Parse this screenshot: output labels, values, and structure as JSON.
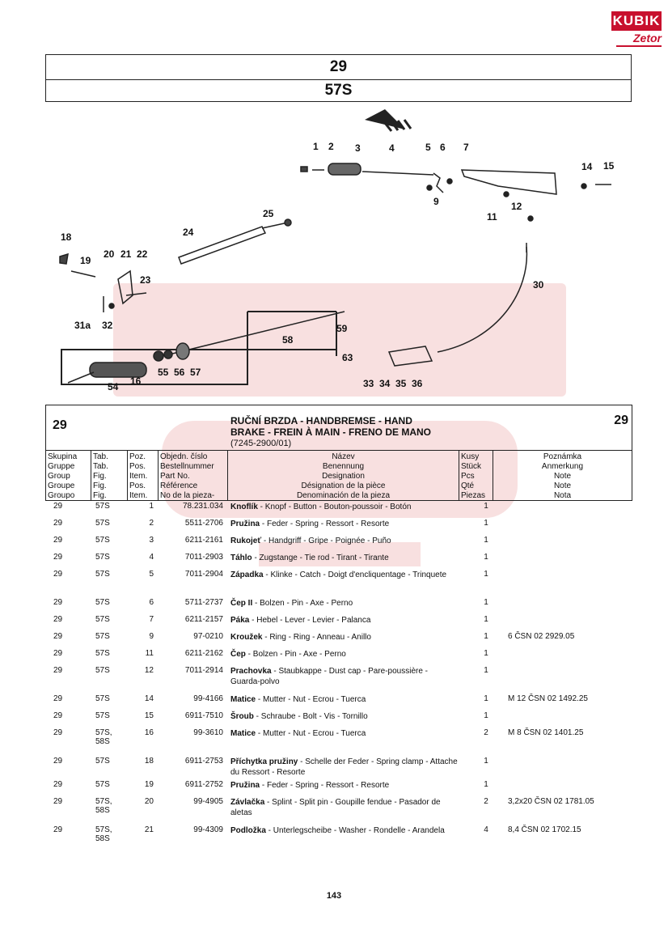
{
  "logo": {
    "brand": "KUBIK",
    "sub": "Zetor"
  },
  "title": {
    "group": "29",
    "table": "57S"
  },
  "diagram_labels": [
    "1",
    "2",
    "3",
    "4",
    "5",
    "6",
    "7",
    "14",
    "15",
    "9",
    "11",
    "12",
    "25",
    "24",
    "18",
    "19",
    "20",
    "21",
    "22",
    "23",
    "30",
    "31a",
    "32",
    "59",
    "58",
    "63",
    "54",
    "16",
    "55",
    "56",
    "57",
    "33",
    "34",
    "35",
    "36"
  ],
  "header": {
    "group_left": "29",
    "group_right": "29",
    "title_line1": "RUČNÍ BRZDA - HANDBREMSE - HAND",
    "title_line2": "BRAKE - FREIN À MAIN - FRENO DE MANO",
    "title_line3": "(7245-2900/01)"
  },
  "columns": {
    "group": [
      "Skupina",
      "Gruppe",
      "Group",
      "Groupe",
      "Groupo"
    ],
    "table": [
      "Tab.",
      "Tab.",
      "Fig.",
      "Fig.",
      "Fig."
    ],
    "position": [
      "Poz.",
      "Pos.",
      "Item.",
      "Pos.",
      "Item."
    ],
    "part": [
      "Objedn. číslo",
      "Bestellnummer",
      "Part No.",
      "Référence",
      "No de la pieza-"
    ],
    "name": [
      "Název",
      "Benennung",
      "Designation",
      "Désignation de la pièce",
      "Denominación de la pieza"
    ],
    "qty": [
      "Kusy",
      "Stück",
      "Pcs",
      "Qté",
      "Piezas"
    ],
    "note": [
      "Poznámka",
      "Anmerkung",
      "Note",
      "Note",
      "Nota"
    ]
  },
  "rows": [
    {
      "group": "29",
      "table": "57S",
      "pos": "1",
      "part": "78.231.034",
      "name_bold": "Knoflík",
      "name_rest": " - Knopf - Button - Bouton-poussoir - Botón",
      "qty": "1",
      "note": ""
    },
    {
      "group": "29",
      "table": "57S",
      "pos": "2",
      "part": "5511-2706",
      "name_bold": "Pružina",
      "name_rest": " - Feder - Spring - Ressort - Resorte",
      "qty": "1",
      "note": ""
    },
    {
      "group": "29",
      "table": "57S",
      "pos": "3",
      "part": "6211-2161",
      "name_bold": "Rukojeť",
      "name_rest": " - Handgriff - Gripe - Poignée - Puño",
      "qty": "1",
      "note": ""
    },
    {
      "group": "29",
      "table": "57S",
      "pos": "4",
      "part": "7011-2903",
      "name_bold": "Táhlo",
      "name_rest": " - Zugstange - Tie rod - Tirant - Tirante",
      "qty": "1",
      "note": ""
    },
    {
      "group": "29",
      "table": "57S",
      "pos": "5",
      "part": "7011-2904",
      "name_bold": "Západka",
      "name_rest": " - Klinke - Catch - Doigt d'encliquentage - Trinquete",
      "qty": "1",
      "note": ""
    },
    {
      "group": "29",
      "table": "57S",
      "pos": "6",
      "part": "5711-2737",
      "name_bold": "Čep II",
      "name_rest": " - Bolzen - Pin - Axe - Perno",
      "qty": "1",
      "note": ""
    },
    {
      "group": "29",
      "table": "57S",
      "pos": "7",
      "part": "6211-2157",
      "name_bold": "Páka",
      "name_rest": " - Hebel - Lever - Levier - Palanca",
      "qty": "1",
      "note": ""
    },
    {
      "group": "29",
      "table": "57S",
      "pos": "9",
      "part": "97-0210",
      "name_bold": "Kroužek",
      "name_rest": " - Ring - Ring - Anneau - Anillo",
      "qty": "1",
      "note": "6 ČSN 02 2929.05"
    },
    {
      "group": "29",
      "table": "57S",
      "pos": "11",
      "part": "6211-2162",
      "name_bold": "Čep",
      "name_rest": " - Bolzen - Pin - Axe - Perno",
      "qty": "1",
      "note": ""
    },
    {
      "group": "29",
      "table": "57S",
      "pos": "12",
      "part": "7011-2914",
      "name_bold": "Prachovka",
      "name_rest": " - Staubkappe - Dust cap - Pare-poussière - Guarda-polvo",
      "qty": "1",
      "note": ""
    },
    {
      "group": "29",
      "table": "57S",
      "pos": "14",
      "part": "99-4166",
      "name_bold": "Matice",
      "name_rest": " - Mutter - Nut - Ecrou - Tuerca",
      "qty": "1",
      "note": "M 12 ČSN 02 1492.25"
    },
    {
      "group": "29",
      "table": "57S",
      "pos": "15",
      "part": "6911-7510",
      "name_bold": "Šroub",
      "name_rest": " - Schraube - Bolt - Vis - Tornillo",
      "qty": "1",
      "note": ""
    },
    {
      "group": "29",
      "table": "57S, 58S",
      "pos": "16",
      "part": "99-3610",
      "name_bold": "Matice",
      "name_rest": " - Mutter - Nut - Ecrou - Tuerca",
      "qty": "2",
      "note": "M 8 ČSN 02 1401.25"
    },
    {
      "group": "29",
      "table": "57S",
      "pos": "18",
      "part": "6911-2753",
      "name_bold": "Příchytka pružiny",
      "name_rest": " - Schelle der Feder - Spring clamp - Attache du Ressort - Resorte",
      "qty": "1",
      "note": ""
    },
    {
      "group": "29",
      "table": "57S",
      "pos": "19",
      "part": "6911-2752",
      "name_bold": "Pružina",
      "name_rest": " - Feder - Spring - Ressort - Resorte",
      "qty": "1",
      "note": ""
    },
    {
      "group": "29",
      "table": "57S, 58S",
      "pos": "20",
      "part": "99-4905",
      "name_bold": "Závlačka",
      "name_rest": " - Splint - Split pin - Goupille fendue - Pasador de aletas",
      "qty": "2",
      "note": "3,2x20 ČSN 02 1781.05"
    },
    {
      "group": "29",
      "table": "57S, 58S",
      "pos": "21",
      "part": "99-4309",
      "name_bold": "Podložka",
      "name_rest": " - Unterlegscheibe - Washer - Rondelle - Arandela",
      "qty": "4",
      "note": "8,4 ČSN 02 1702.15"
    }
  ],
  "page_number": "143"
}
